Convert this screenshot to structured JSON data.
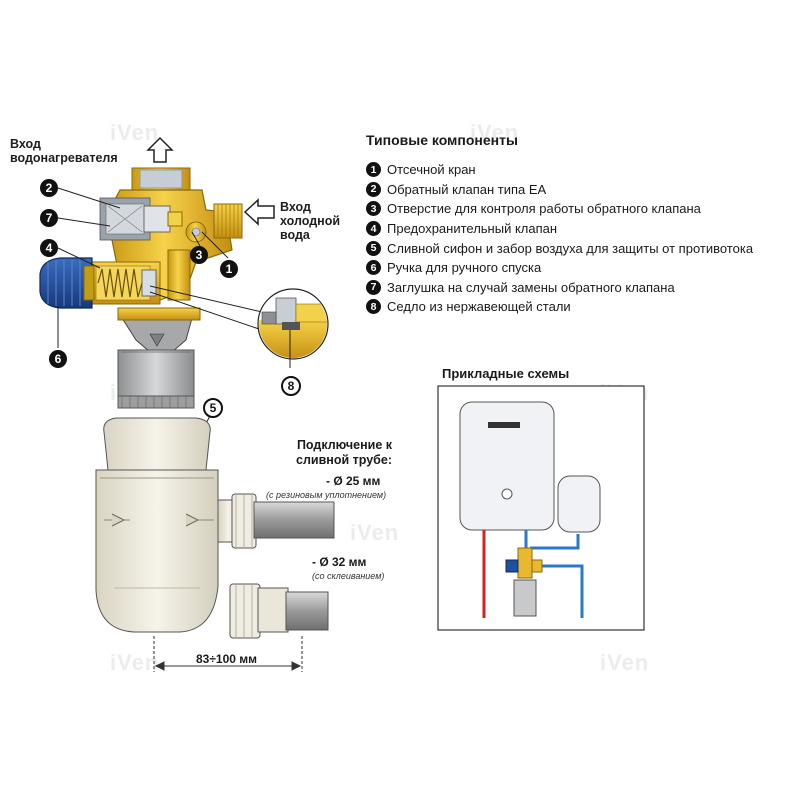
{
  "labels": {
    "heater_inlet": [
      "Вход",
      "водонагревателя"
    ],
    "cold_water": [
      "Вход",
      "холодной",
      "вода"
    ]
  },
  "components": {
    "title": "Типовые компоненты",
    "items": [
      {
        "num": "1",
        "text": "Отсечной кран"
      },
      {
        "num": "2",
        "text": "Обратный клапан типа ЕА"
      },
      {
        "num": "3",
        "text": "Отверстие для контроля работы обратного клапана"
      },
      {
        "num": "4",
        "text": "Предохранительный клапан"
      },
      {
        "num": "5",
        "text": "Сливной сифон и забор воздуха для защиты от противотока"
      },
      {
        "num": "6",
        "text": "Ручка для ручного спуска"
      },
      {
        "num": "7",
        "text": "Заглушка на случай замены обратного клапана"
      },
      {
        "num": "8",
        "text": "Седло из нержавеющей стали"
      }
    ]
  },
  "schemes_title": "Прикладные схемы",
  "drain": {
    "title": [
      "Подключение к",
      "сливной трубе:"
    ],
    "option1": "- Ø 25 мм",
    "option1_note": "(с резиновым уплотнением)",
    "option2": "- Ø 32 мм",
    "option2_note": "(со склеиванием)",
    "dimension": "83÷100 мм"
  },
  "colors": {
    "brass": "#e8b830",
    "brass_dark": "#b8860b",
    "blue_handle": "#1f4fa0",
    "hot_pipe": "#d62020",
    "cold_pipe": "#2a78c8",
    "siphon": "#ece8da",
    "grey_pipe": "#9ea0a2"
  },
  "watermark": "iVen"
}
